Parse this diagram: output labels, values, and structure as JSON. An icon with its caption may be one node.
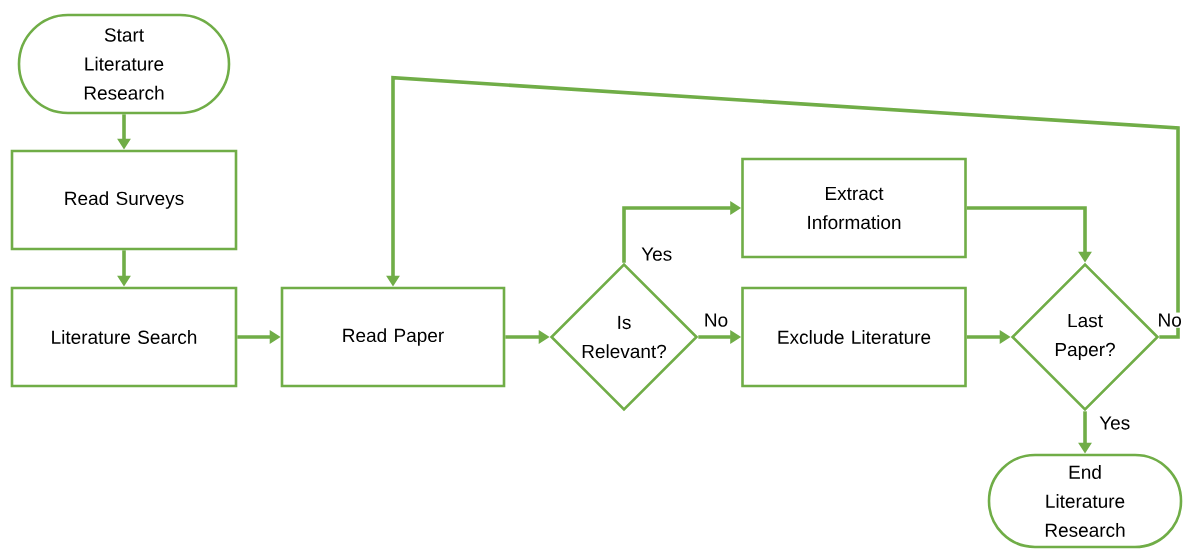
{
  "diagram": {
    "nodes": [
      {
        "text": [
          "Start Literature Research"
        ]
      },
      {
        "text": [
          "Read Surveys"
        ]
      },
      {
        "text": [
          "Literature Search"
        ]
      },
      {
        "text": [
          "Read Paper"
        ]
      },
      {
        "text": [
          "Is Relevant?"
        ]
      },
      {
        "text": [
          "Extract Information"
        ]
      },
      {
        "text": [
          "Exclude Literature"
        ]
      },
      {
        "text": [
          "Last Paper?"
        ]
      },
      {
        "text": [
          "End Literature Research"
        ]
      }
    ],
    "edges": [
      {
        "from": 0,
        "to": 1,
        "arrow": "to"
      },
      {
        "from": 1,
        "to": 2,
        "arrow": "to"
      },
      {
        "from": 2,
        "to": 3,
        "arrow": "to"
      },
      {
        "from": 3,
        "to": 4,
        "arrow": "to"
      },
      {
        "from": 4,
        "to": 5,
        "arrow": "to",
        "label": "Yes"
      },
      {
        "from": 4,
        "to": 6,
        "arrow": "to",
        "label": "No"
      },
      {
        "from": 5,
        "to": 7,
        "arrow": "to"
      },
      {
        "from": 6,
        "to": 7,
        "arrow": "to"
      },
      {
        "from": 7,
        "to": 8,
        "arrow": "to",
        "label": "Yes"
      },
      {
        "from": 7,
        "to": 3,
        "arrow": "to",
        "label": "No"
      }
    ]
  }
}
